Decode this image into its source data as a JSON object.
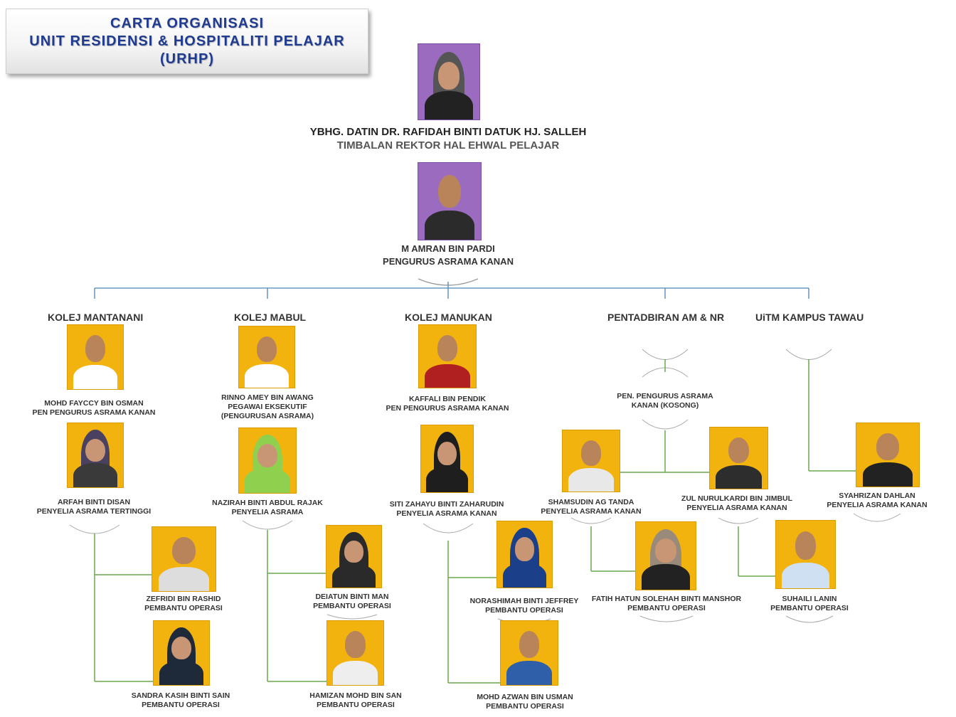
{
  "title": {
    "line1": "CARTA ORGANISASI",
    "line2": "UNIT  RESIDENSI  &  HOSPITALITI  PELAJAR",
    "line3": "(URHP)"
  },
  "top": {
    "name": "YBHG. DATIN DR. RAFIDAH BINTI DATUK HJ. SALLEH",
    "role": "TIMBALAN REKTOR HAL EHWAL PELAJAR"
  },
  "manager": {
    "name": "M AMRAN BIN PARDI",
    "role": "PENGURUS ASRAMA KANAN"
  },
  "departments": [
    "KOLEJ MANTANANI",
    "KOLEJ MABUL",
    "KOLEJ MANUKAN",
    "PENTADBIRAN AM & NR",
    "UiTM KAMPUS TAWAU"
  ],
  "staff": {
    "fayccy": {
      "name": "MOHD FAYCCY  BIN OSMAN",
      "role": "PEN PENGURUS ASRAMA KANAN"
    },
    "arfah": {
      "name": "ARFAH BINTI DISAN",
      "role": "PENYELIA ASRAMA TERTINGGI"
    },
    "zefridi": {
      "name": "ZEFRIDI BIN RASHID",
      "role": "PEMBANTU OPERASI"
    },
    "sandra": {
      "name": "SANDRA KASIH BINTI SAIN",
      "role": "PEMBANTU OPERASI"
    },
    "rinno": {
      "name": "RINNO AMEY BIN AWANG",
      "role": "PEGAWAI EKSEKUTIF",
      "role2": "(PENGURUSAN ASRAMA)"
    },
    "nazirah": {
      "name": "NAZIRAH BINTI ABDUL RAJAK",
      "role": "PENYELIA ASRAMA"
    },
    "deiatun": {
      "name": "DEIATUN BINTI MAN",
      "role": "PEMBANTU OPERASI"
    },
    "hamizan": {
      "name": "HAMIZAN MOHD BIN SAN",
      "role": "PEMBANTU OPERASI"
    },
    "kaffali": {
      "name": "KAFFALI BIN PENDIK",
      "role": "PEN PENGURUS ASRAMA KANAN"
    },
    "siti": {
      "name": "SITI ZAHAYU BINTI ZAHARUDIN",
      "role": "PENYELIA ASRAMA KANAN"
    },
    "norashimah": {
      "name": "NORASHIMAH BINTI JEFFREY",
      "role": "PEMBANTU OPERASI"
    },
    "azwan": {
      "name": "MOHD AZWAN BIN USMAN",
      "role": "PEMBANTU OPERASI"
    },
    "pen_pengurus": {
      "name": "PEN. PENGURUS ASRAMA",
      "role": "KANAN (KOSONG)"
    },
    "shamsudin": {
      "name": "SHAMSUDIN AG TANDA",
      "role": "PENYELIA ASRAMA KANAN"
    },
    "zul": {
      "name": "ZUL NURULKARDI BIN JIMBUL",
      "role": "PENYELIA ASRAMA KANAN"
    },
    "fatih": {
      "name": "FATIH HATUN SOLEHAH BINTI MANSHOR",
      "role": "PEMBANTU OPERASI"
    },
    "suhaili": {
      "name": "SUHAILI LANIN",
      "role": "PEMBANTU OPERASI"
    },
    "syahrizan": {
      "name": "SYAHRIZAN DAHLAN",
      "role": "PENYELIA ASRAMA KANAN"
    }
  },
  "colors": {
    "title": "#1f3b8f",
    "photo_background": "#f2b30f",
    "leader_background": "#9b6bc0",
    "connector_blue": "#4a86b8",
    "connector_green": "#6aa84f"
  }
}
